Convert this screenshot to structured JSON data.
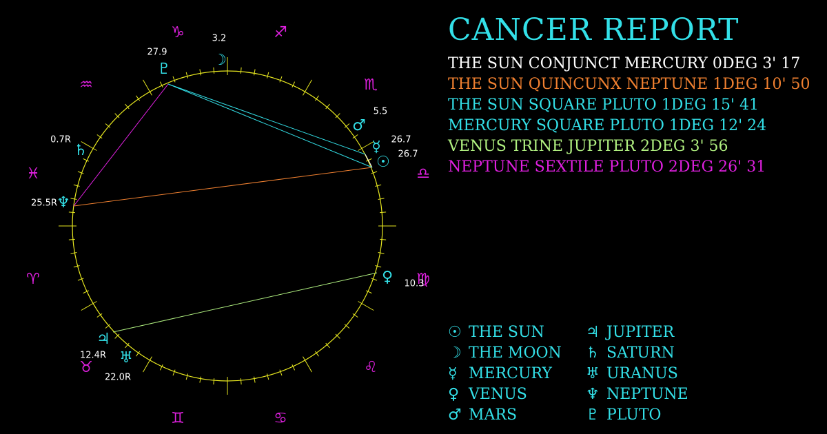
{
  "title": "CANCER REPORT",
  "title_color": "#33E0E8",
  "colors": {
    "ring": "#E8E820",
    "sign": "#E020E0",
    "planet": "#33E0E8",
    "degree": "#FFFFFF",
    "background": "#000000"
  },
  "aspects": [
    {
      "text": "THE SUN CONJUNCT MERCURY 0DEG 3' 17",
      "color": "#FFFFFF"
    },
    {
      "text": "THE SUN QUINCUNX NEPTUNE 1DEG 10' 50",
      "color": "#F08030"
    },
    {
      "text": "THE SUN SQUARE PLUTO 1DEG 15' 41",
      "color": "#33E0E8"
    },
    {
      "text": "MERCURY SQUARE PLUTO 1DEG 12' 24",
      "color": "#33E0E8"
    },
    {
      "text": "VENUS TRINE JUPITER 2DEG 3' 56",
      "color": "#B0F080"
    },
    {
      "text": "NEPTUNE SEXTILE PLUTO 2DEG 26' 31",
      "color": "#E020E0"
    }
  ],
  "legend": {
    "left": [
      {
        "glyph": "☉",
        "label": "THE SUN"
      },
      {
        "glyph": "☽",
        "label": "THE MOON"
      },
      {
        "glyph": "☿",
        "label": "MERCURY"
      },
      {
        "glyph": "♀",
        "label": "VENUS"
      },
      {
        "glyph": "♂",
        "label": "MARS"
      }
    ],
    "right": [
      {
        "glyph": "♃",
        "label": "JUPITER"
      },
      {
        "glyph": "♄",
        "label": "SATURN"
      },
      {
        "glyph": "♅",
        "label": "URANUS"
      },
      {
        "glyph": "♆",
        "label": "NEPTUNE"
      },
      {
        "glyph": "♇",
        "label": "PLUTO"
      }
    ]
  },
  "chart_data": {
    "type": "astrology-wheel",
    "signs": [
      {
        "name": "capricorn",
        "glyph": "♑"
      },
      {
        "name": "sagittarius",
        "glyph": "♐"
      },
      {
        "name": "scorpio",
        "glyph": "♏"
      },
      {
        "name": "libra",
        "glyph": "♎"
      },
      {
        "name": "virgo",
        "glyph": "♍"
      },
      {
        "name": "leo",
        "glyph": "♌"
      },
      {
        "name": "cancer",
        "glyph": "♋"
      },
      {
        "name": "gemini",
        "glyph": "♊"
      },
      {
        "name": "taurus",
        "glyph": "♉"
      },
      {
        "name": "aries",
        "glyph": "♈"
      },
      {
        "name": "pisces",
        "glyph": "♓"
      },
      {
        "name": "aquarius",
        "glyph": "♒"
      }
    ],
    "planets": [
      {
        "name": "moon",
        "glyph": "☽",
        "degree": "3.2"
      },
      {
        "name": "pluto",
        "glyph": "♇",
        "degree": "27.9"
      },
      {
        "name": "mars",
        "glyph": "♂",
        "degree": "5.5"
      },
      {
        "name": "mercury",
        "glyph": "☿",
        "degree": "26.7"
      },
      {
        "name": "sun",
        "glyph": "☉",
        "degree": "26.7"
      },
      {
        "name": "saturn",
        "glyph": "♄",
        "degree": "0.7R"
      },
      {
        "name": "neptune",
        "glyph": "♆",
        "degree": "25.5R"
      },
      {
        "name": "venus",
        "glyph": "♀",
        "degree": "10.3"
      },
      {
        "name": "jupiter",
        "glyph": "♃",
        "degree": "12.4R"
      },
      {
        "name": "uranus",
        "glyph": "♅",
        "degree": "22.0R"
      }
    ],
    "aspect_lines": [
      {
        "from": "sun",
        "to": "mercury",
        "color": "#FFFFFF"
      },
      {
        "from": "sun",
        "to": "neptune",
        "color": "#F08030"
      },
      {
        "from": "sun",
        "to": "pluto",
        "color": "#33E0E8"
      },
      {
        "from": "mercury",
        "to": "pluto",
        "color": "#33E0E8"
      },
      {
        "from": "venus",
        "to": "jupiter",
        "color": "#B0F080"
      },
      {
        "from": "neptune",
        "to": "pluto",
        "color": "#E020E0"
      }
    ]
  }
}
